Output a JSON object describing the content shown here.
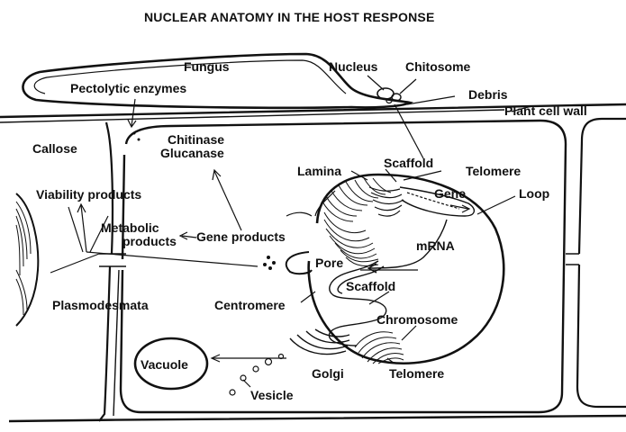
{
  "title": "NUCLEAR ANATOMY IN THE HOST RESPONSE",
  "labels": {
    "fungus": "Fungus",
    "pectolytic_enzymes": "Pectolytic enzymes",
    "nucleus": "Nucleus",
    "chitosome": "Chitosome",
    "debris": "Debris",
    "plant_cell_wall": "Plant cell wall",
    "callose": "Callose",
    "chitinase": "Chitinase",
    "glucanase": "Glucanase",
    "scaffold_top": "Scaffold",
    "lamina": "Lamina",
    "telomere_top": "Telomere",
    "gene": "Gene",
    "loop": "Loop",
    "viability_products": "Viability products",
    "metabolic": "Metabolic",
    "products": "products",
    "gene_products": "Gene products",
    "mrna": "mRNA",
    "pore": "Pore",
    "scaffold_mid": "Scaffold",
    "plasmodesmata": "Plasmodesmata",
    "centromere": "Centromere",
    "chromosome": "Chromosome",
    "vacuole": "Vacuole",
    "golgi": "Golgi",
    "telomere_bottom": "Telomere",
    "vesicle": "Vesicle"
  }
}
